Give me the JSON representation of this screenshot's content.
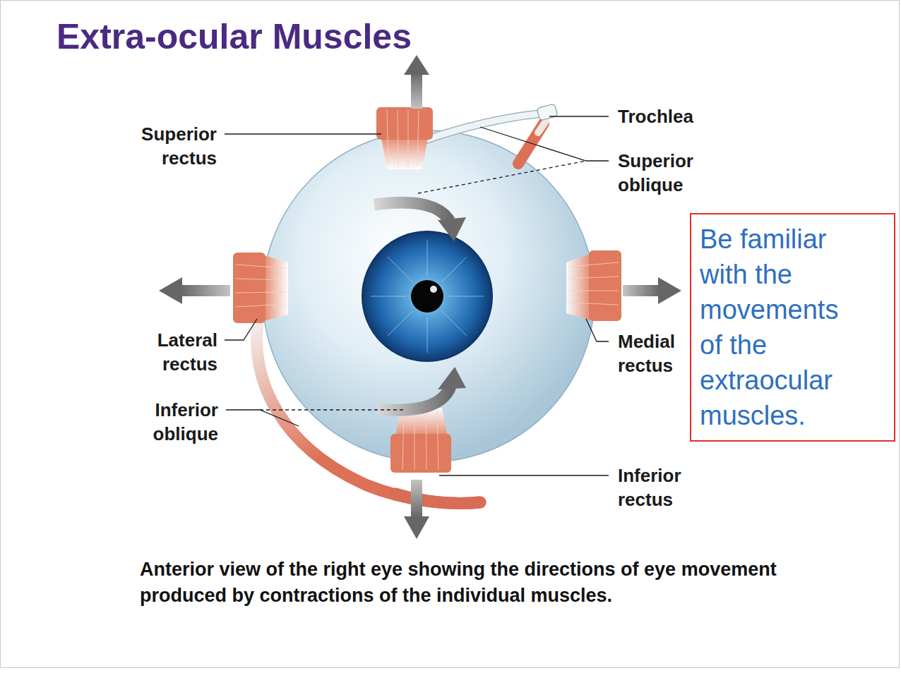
{
  "diagram": {
    "title": "Extra-ocular Muscles",
    "caption": "Anterior view of the right eye showing the directions of eye movement produced by contractions of the individual muscles.",
    "nodes": [
      {
        "text": [
          "Be familiar with the movements of the extraocular muscles."
        ]
      }
    ],
    "labels": [
      "Superior rectus",
      "Trochlea",
      "Superior oblique",
      "Lateral rectus",
      "Medial rectus",
      "Inferior oblique",
      "Inferior rectus"
    ]
  }
}
